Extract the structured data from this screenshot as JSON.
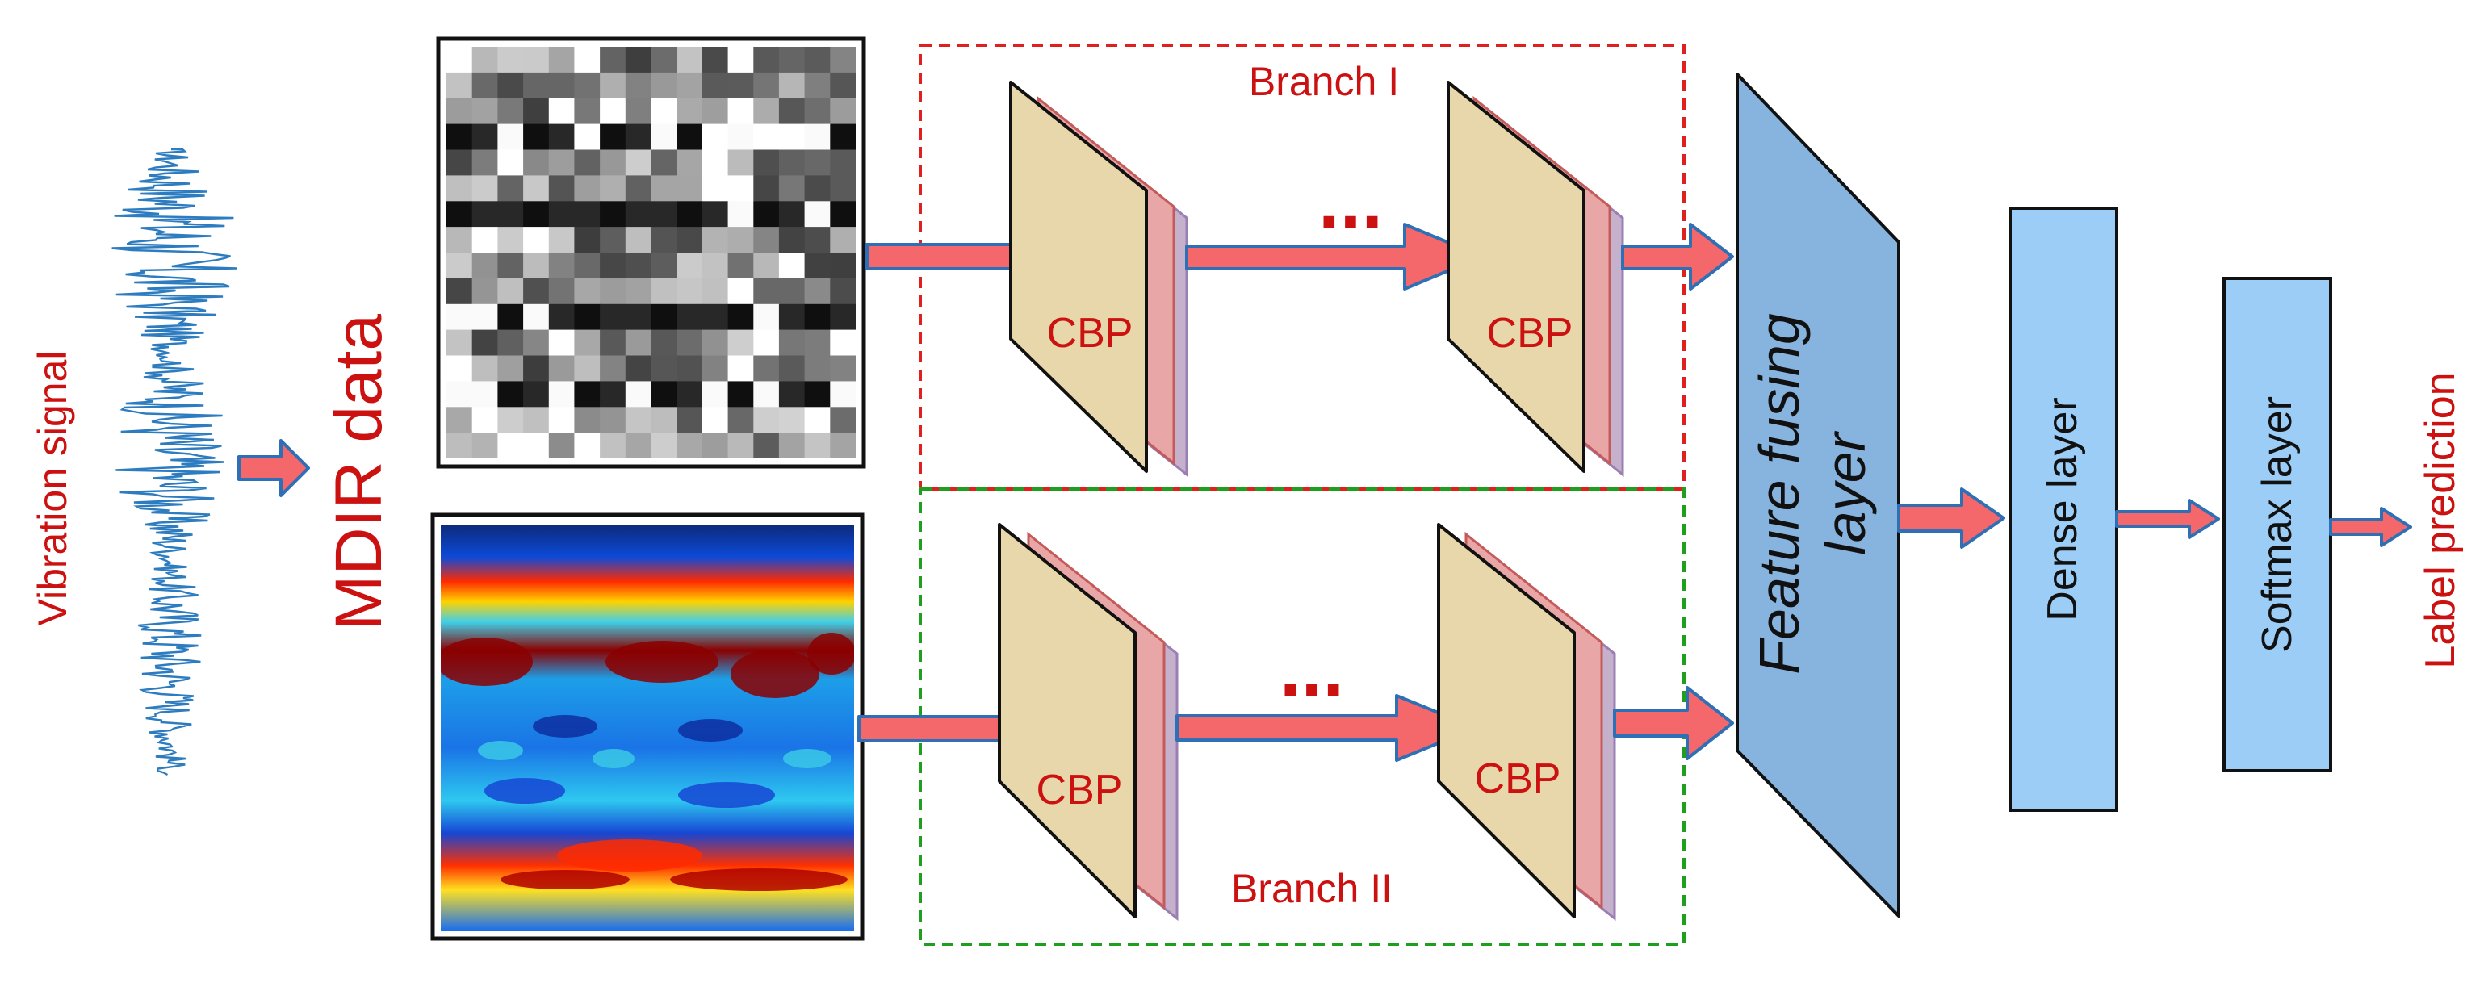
{
  "input": {
    "label": "Vibration signal"
  },
  "mdir": {
    "label": "MDIR data"
  },
  "branches": [
    {
      "label": "Branch I",
      "stage1": "CBP",
      "stage2": "CBP",
      "ellipsis": "..."
    },
    {
      "label": "Branch II",
      "stage1": "CBP",
      "stage2": "CBP",
      "ellipsis": "..."
    }
  ],
  "fusion": {
    "line1": "Feature fusing",
    "line2": "layer"
  },
  "dense": {
    "label": "Dense layer"
  },
  "softmax": {
    "label": "Softmax layer"
  },
  "output": {
    "label": "Label prediction"
  },
  "colors": {
    "text_red": "#cc1111",
    "arrow_fill": "#f4676a",
    "arrow_stroke": "#2e6fb5",
    "cbp_front": "#e7d7ab",
    "cbp_layer2": "#e9a6a6",
    "cbp_layer3": "#c6b1cc",
    "fusion_fill": "#87b3df",
    "dense_fill": "#9ccdf7",
    "branch1_border": "#e0201e",
    "branch2_border": "#1ea01e",
    "waveform": "#2d7cc0"
  }
}
